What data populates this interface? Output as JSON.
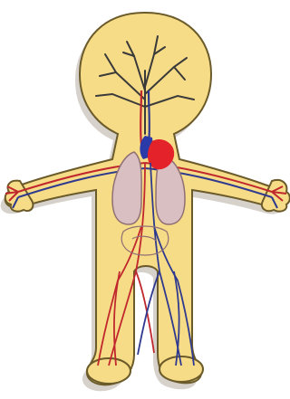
{
  "figure": {
    "subject": "human-circulatory-system-cartoon",
    "colors": {
      "background": "#ffffff",
      "body_fill": "#f7dc87",
      "body_outline": "#6b5a2a",
      "shadow": "#8a7f6a",
      "artery": "#c0282e",
      "vein": "#2f3a8f",
      "heart_red": "#e3222a",
      "heart_blue": "#2a3aa8",
      "lung_fill": "#d9bfc2",
      "lung_outline": "#8f6f74",
      "branch": "#3a3a3a"
    },
    "parts": [
      "head",
      "torso",
      "left-arm",
      "right-arm",
      "left-leg",
      "right-leg",
      "heart",
      "left-lung",
      "right-lung",
      "vessels"
    ]
  }
}
